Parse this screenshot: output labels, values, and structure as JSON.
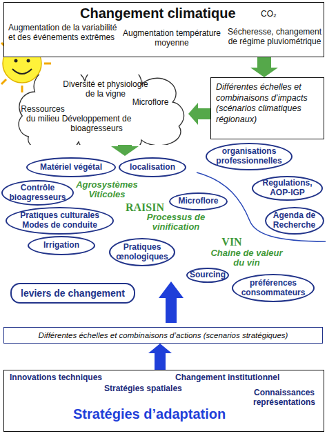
{
  "diagram": {
    "nodes": [
      {
        "text": [
          "Changement climatique",
          "CO₂",
          "Augmentation de la variabilité et des événements extrêmes",
          "Augmentation température moyenne",
          "Sécheresse, changement de régime pluviométrique"
        ]
      },
      {
        "text": [
          "Diversité et physiologie de la vigne",
          "Ressources du milieu",
          "Développement de bioagresseurs",
          "Microflore"
        ]
      },
      {
        "text": [
          "Différentes échelles et combinaisons d’impacts (scénarios climatiques régionaux)"
        ]
      },
      {
        "text": [
          "Matériel végétal"
        ]
      },
      {
        "text": [
          "localisation"
        ]
      },
      {
        "text": [
          "organisations professionnelles"
        ]
      },
      {
        "text": [
          "Contrôle bioagresseurs"
        ]
      },
      {
        "text": [
          "Regulations, AOP-IGP"
        ]
      },
      {
        "text": [
          "Microflore"
        ]
      },
      {
        "text": [
          "Agenda de Recherche"
        ]
      },
      {
        "text": [
          "Pratiques culturales Modes de conduite"
        ]
      },
      {
        "text": [
          "Irrigation"
        ]
      },
      {
        "text": [
          "Pratiques œnologiques"
        ]
      },
      {
        "text": [
          "Sourcing"
        ]
      },
      {
        "text": [
          "préférences consommateurs"
        ]
      },
      {
        "text": [
          "leviers de changement"
        ]
      },
      {
        "text": [
          "Différentes échelles et combinaisons d’actions (scenarios stratégiques)"
        ]
      },
      {
        "text": [
          "Innovations techniques",
          "Changement institutionnel",
          "Stratégies spatiales",
          "Connaissances représentations",
          "Stratégies d’adaptation"
        ]
      }
    ],
    "edges": [
      {
        "from": 0,
        "to": 2,
        "arrow": "to"
      },
      {
        "from": 2,
        "to": 1,
        "arrow": "to"
      },
      {
        "from": 17,
        "to": 16,
        "arrow": "to"
      }
    ],
    "labels": [
      "Agrosystèmes Viticoles",
      "RAISIN",
      "Processus de vinification",
      "VIN",
      "Chaine de valeur du vin"
    ]
  }
}
